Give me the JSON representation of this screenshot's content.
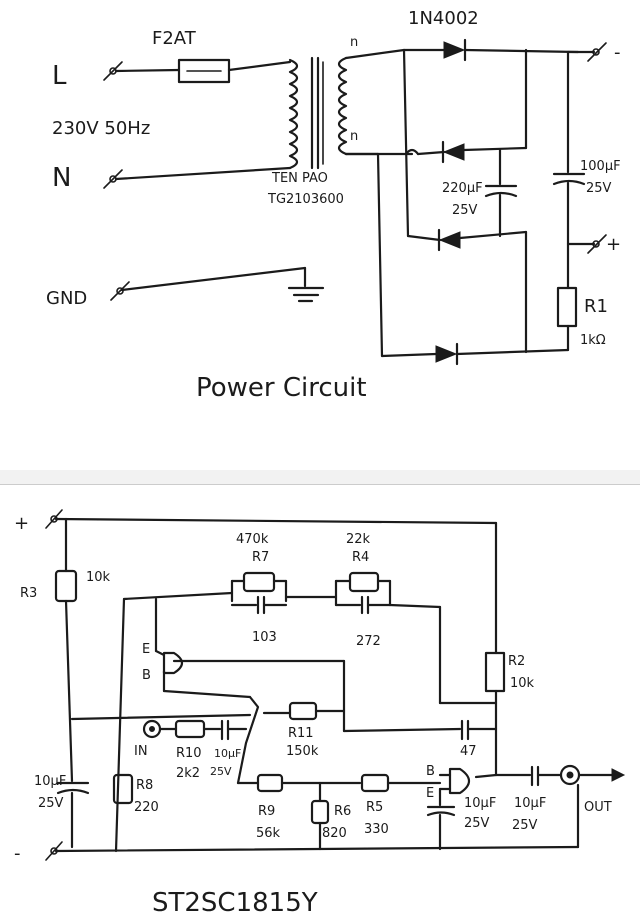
{
  "power": {
    "title": "Power Circuit",
    "live": "L",
    "neutral": "N",
    "mains": "230V 50Hz",
    "ground": "GND",
    "fuse": "F2AT",
    "transformer_line1": "TEN PAO",
    "transformer_line2": "TG2103600",
    "tap_top": "n",
    "tap_bottom": "n",
    "diode": "1N4002",
    "cap_mid_value": "220µF",
    "cap_mid_voltage": "25V",
    "cap_right_value": "100µF",
    "cap_right_voltage": "25V",
    "out_minus": "-",
    "out_plus": "+",
    "r1_name": "R1",
    "r1_value": "1kΩ"
  },
  "amp": {
    "title": "ST2SC1815Y",
    "plus": "+",
    "minus": "-",
    "r3_name": "R3",
    "r3_value": "10k",
    "r7_name": "R7",
    "r7_value": "470k",
    "c7_value": "103",
    "r4_name": "R4",
    "r4_value": "22k",
    "c4_value": "272",
    "e_label": "E",
    "b_label": "B",
    "b2_label": "B",
    "e2_label": "E",
    "r2_name": "R2",
    "r2_value": "10k",
    "in_label": "IN",
    "r10_name": "R10",
    "r10_value": "2k2",
    "c_in_value": "10µF",
    "c_in_voltage": "25V",
    "r11_name": "R11",
    "r11_value": "150k",
    "c47_value": "47",
    "r8_name": "R8",
    "r8_value": "220",
    "c_supply_value": "10µF",
    "c_supply_voltage": "25V",
    "r9_name": "R9",
    "r9_value": "56k",
    "r6_name": "R6",
    "r6_value": "820",
    "r5_name": "R5",
    "r5_value": "330",
    "c_e_value": "10µF",
    "c_e_voltage": "25V",
    "c_out_value": "10µF",
    "c_out_voltage": "25V",
    "out_label": "OUT"
  }
}
